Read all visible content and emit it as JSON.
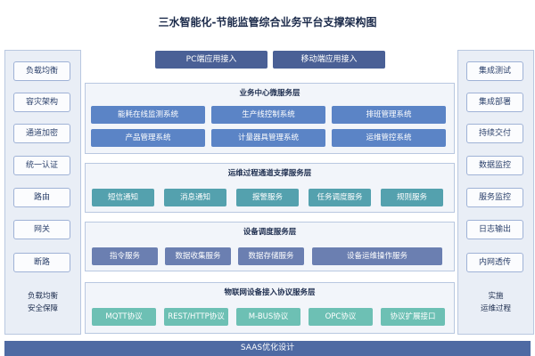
{
  "title": "三水智能化-节能监管综合业务平台支撑架构图",
  "entries": [
    "PC端应用接入",
    "移动端应用接入"
  ],
  "left_panel": {
    "items": [
      "负载均衡",
      "容灾架构",
      "通道加密",
      "统一认证",
      "路由",
      "网关",
      "断路"
    ],
    "footer_line1": "负载均衡",
    "footer_line2": "安全保障"
  },
  "right_panel": {
    "items": [
      "集成测试",
      "集成部署",
      "持续交付",
      "数据监控",
      "服务监控",
      "日志输出",
      "内网透传"
    ],
    "footer_line1": "实施",
    "footer_line2": "运维过程"
  },
  "layers": [
    {
      "title": "业务中心微服务层",
      "items": [
        "能耗在线监测系统",
        "生产线控制系统",
        "排班管理系统",
        "产品管理系统",
        "计量器具管理系统",
        "运维管控系统"
      ]
    },
    {
      "title": "运维过程通道支撑服务层",
      "items": [
        "短信通知",
        "消息通知",
        "报警服务",
        "任务调度服务",
        "规则服务"
      ]
    },
    {
      "title": "设备调度服务层",
      "items": [
        "指令服务",
        "数据收集服务",
        "数据存储服务",
        "设备运维操作服务"
      ]
    },
    {
      "title": "物联网设备接入协议服务层",
      "items": [
        "MQTT协议",
        "REST/HTTP协议",
        "M-BUS协议",
        "OPC协议",
        "协议扩展接口"
      ]
    }
  ],
  "bottom_bar": "SAAS优化设计"
}
